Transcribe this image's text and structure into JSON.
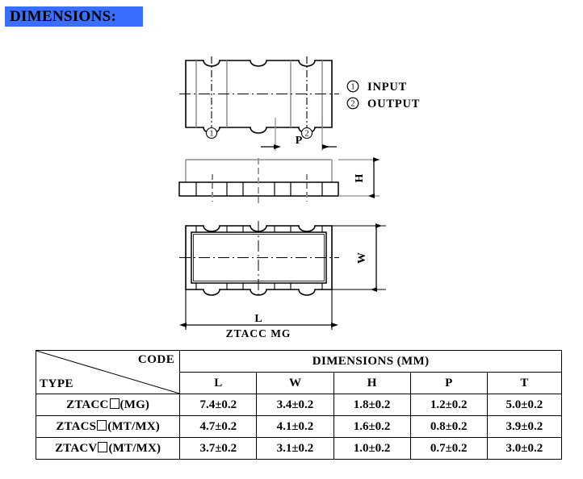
{
  "header": {
    "title": "DIMENSIONS:",
    "banner_color": "#3a6efc"
  },
  "drawing": {
    "caption": "ZTACC  MG",
    "legend": [
      {
        "marker": "1",
        "label": "INPUT"
      },
      {
        "marker": "2",
        "label": "OUTPUT"
      }
    ],
    "dimension_labels": {
      "p": "P",
      "h": "H",
      "w": "W",
      "l": "L"
    },
    "terminal_markers": {
      "input": "1",
      "output": "2"
    },
    "views": {
      "top": "front-view",
      "middle": "side-view",
      "bottom": "top-view"
    }
  },
  "table": {
    "corner": {
      "code_label": "CODE",
      "type_label": "TYPE"
    },
    "group_header": "DIMENSIONS (MM)",
    "columns": [
      "L",
      "W",
      "H",
      "P",
      "T"
    ],
    "rows": [
      {
        "type_prefix": "ZTACC",
        "type_suffix": "(MG)",
        "values": [
          "7.4±0.2",
          "3.4±0.2",
          "1.8±0.2",
          "1.2±0.2",
          "5.0±0.2"
        ]
      },
      {
        "type_prefix": "ZTACS",
        "type_suffix": "(MT/MX)",
        "values": [
          "4.7±0.2",
          "4.1±0.2",
          "1.6±0.2",
          "0.8±0.2",
          "3.9±0.2"
        ]
      },
      {
        "type_prefix": "ZTACV",
        "type_suffix": "(MT/MX)",
        "values": [
          "3.7±0.2",
          "3.1±0.2",
          "1.0±0.2",
          "0.7±0.2",
          "3.0±0.2"
        ]
      }
    ]
  }
}
